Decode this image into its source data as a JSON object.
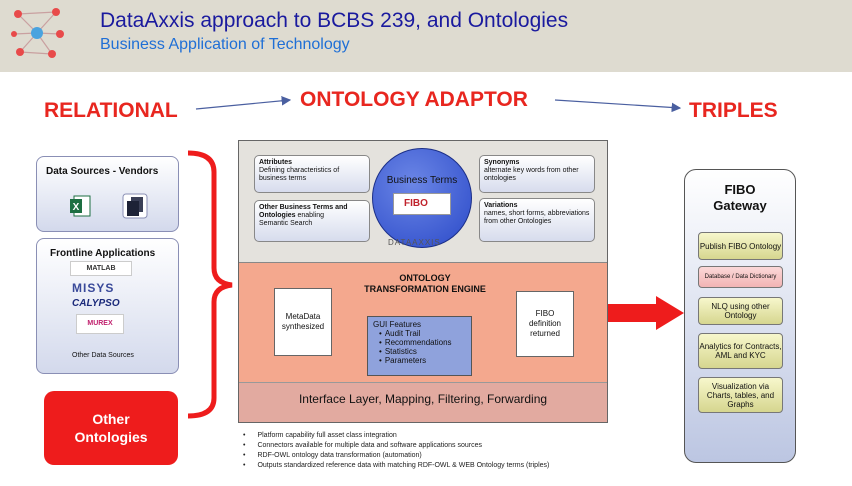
{
  "header": {
    "title": "DataAxxis approach to BCBS 239, and Ontologies",
    "subtitle": "Business Application of Technology"
  },
  "flow": {
    "left": "RELATIONAL",
    "middle": "ONTOLOGY ADAPTOR",
    "right": "TRIPLES"
  },
  "sources": {
    "vendors_title": "Data Sources - Vendors",
    "frontline_title": "Frontline Applications",
    "vendors": [
      "MATLAB",
      "MISYS",
      "CALYPSO",
      "MUREX"
    ],
    "other_sources": "Other Data Sources",
    "other_ontologies_1": "Other",
    "other_ontologies_2": "Ontologies"
  },
  "engine": {
    "attributes_title": "Attributes",
    "attributes_text": "Defining characteristics of business terms",
    "other_terms_title": "Other Business Terms and Ontologies",
    "other_terms_suffix": " enabling",
    "other_terms_text": "Semantic Search",
    "business_terms": "Business Terms",
    "fibo_badge": "FIBO",
    "brand": "DATAAXXIS",
    "synonyms_title": "Synonyms",
    "synonyms_text": "alternate key words from other ontologies",
    "variations_title": "Variations",
    "variations_text": "names, short forms, abbreviations from other Ontologies",
    "engine_title_1": "ONTOLOGY",
    "engine_title_2": "TRANSFORMATION ENGINE",
    "metadata_1": "MetaData",
    "metadata_2": "synthesized",
    "gui_title": "GUI Features",
    "gui_items": [
      "Audit Trail",
      "Recommendations",
      "Statistics",
      "Parameters"
    ],
    "fibo_def_1": "FIBO",
    "fibo_def_2": "definition",
    "fibo_def_3": "returned",
    "interface_layer": "Interface Layer, Mapping, Filtering, Forwarding"
  },
  "gateway": {
    "title_1": "FIBO",
    "title_2": "Gateway",
    "items": [
      "Publish FIBO Ontology",
      "Database / Data Dictionary",
      "NLQ using other Ontology",
      "Analytics for Contracts, AML and KYC",
      "Visualization via Charts, tables, and Graphs"
    ]
  },
  "notes": [
    "Platform capability full asset class integration",
    "Connectors available for multiple data and software applications sources",
    "RDF-OWL ontology data transformation (automation)",
    "Outputs standardized reference data with matching RDF-OWL & WEB Ontology terms (triples)"
  ],
  "colors": {
    "accent_red": "#e8261f",
    "title_blue": "#1a1a9e",
    "engine_salmon": "#f4a88e"
  }
}
